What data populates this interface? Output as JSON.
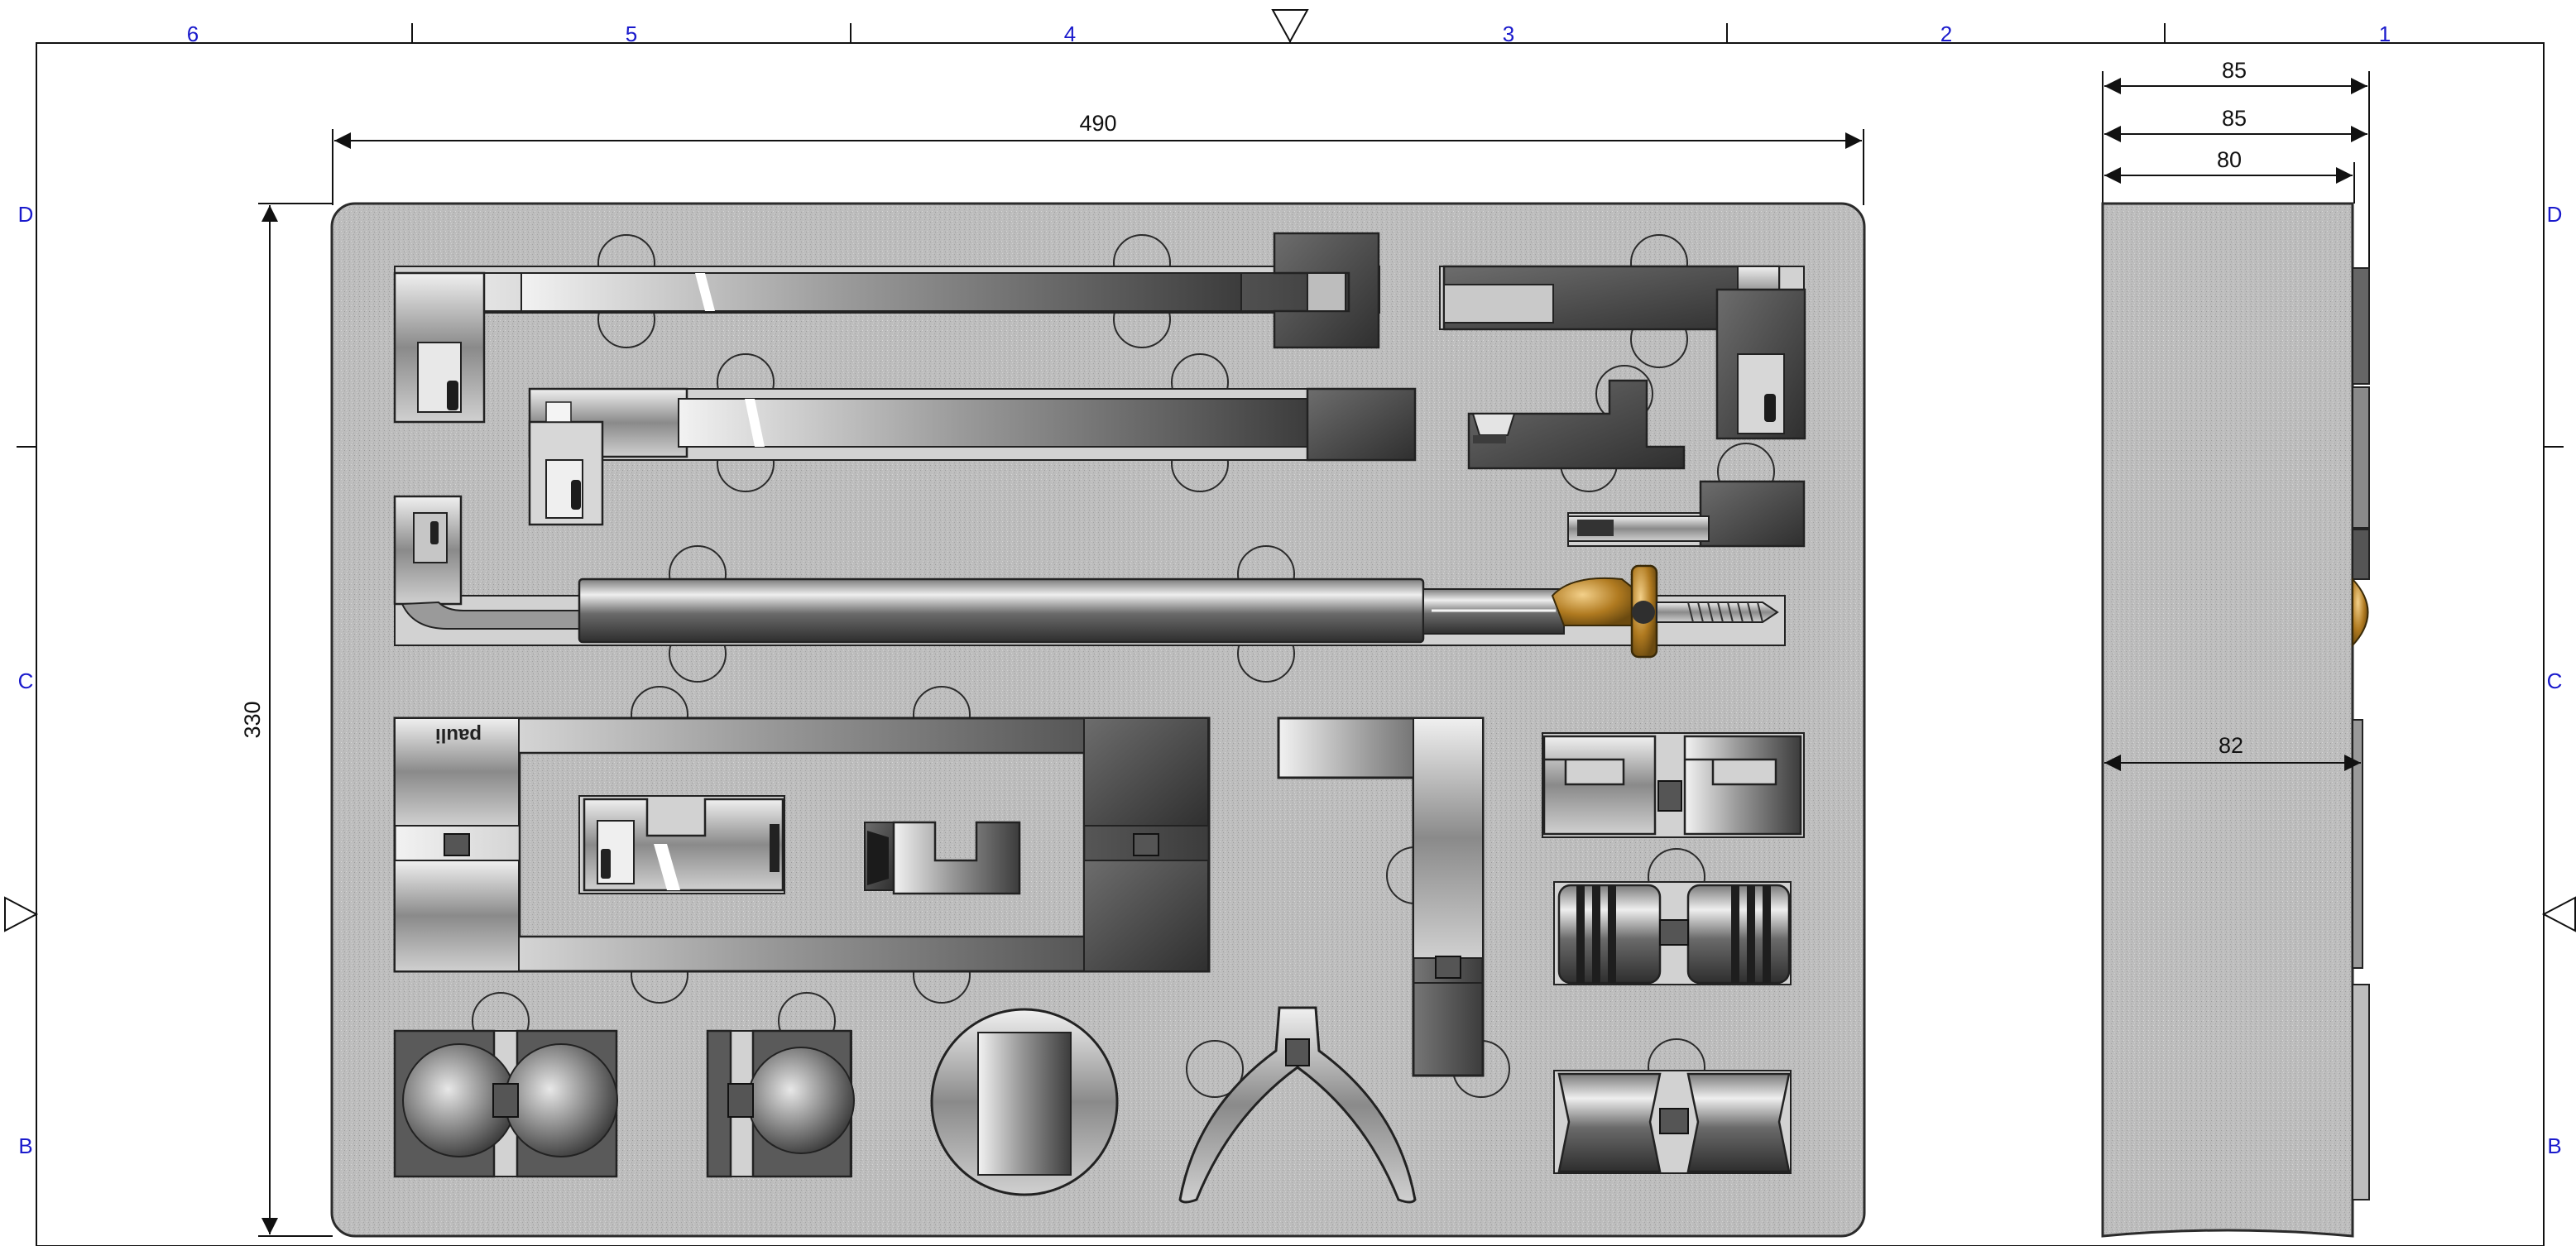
{
  "drawing": {
    "column_labels": [
      "6",
      "5",
      "4",
      "3",
      "2",
      "1"
    ],
    "row_labels_left": [
      "D",
      "C",
      "B"
    ],
    "row_labels_right": [
      "D",
      "C",
      "B"
    ],
    "brand_text": "pauli",
    "colors": {
      "grid_label": "#1a1acc",
      "foam": "#b9b9b9",
      "foam_edge": "#2b2b2b",
      "metal_dark": "#4a4a4a",
      "metal_light": "#e6e6e6",
      "brass": "#b07a20"
    }
  },
  "front_view": {
    "width_dim": "490",
    "height_dim": "330"
  },
  "side_view": {
    "dims": [
      "85",
      "85",
      "80"
    ],
    "inner_dim": "82"
  }
}
